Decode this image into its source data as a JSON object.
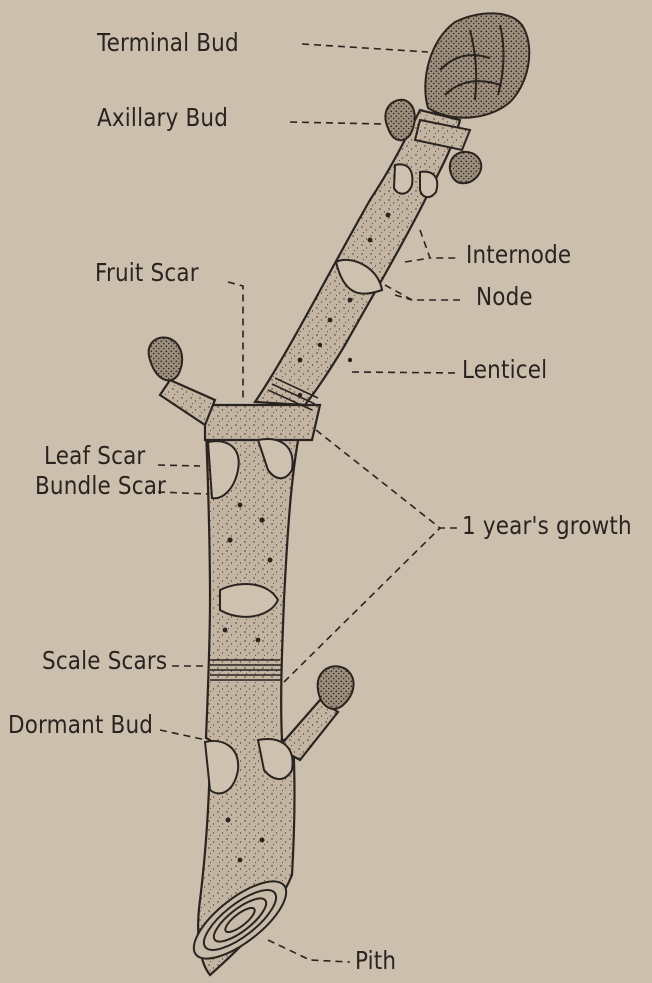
{
  "diagram": {
    "labels": {
      "terminal_bud": "Terminal Bud",
      "axillary_bud": "Axillary Bud",
      "fruit_scar": "Fruit Scar",
      "internode": "Internode",
      "node": "Node",
      "lenticel": "Lenticel",
      "leaf_scar": "Leaf Scar",
      "bundle_scar": "Bundle Scar",
      "one_years_growth": "1 year's growth",
      "scale_scars": "Scale Scars",
      "dormant_bud": "Dormant Bud",
      "pith": "Pith"
    },
    "colors": {
      "paper": "#cdbfae",
      "twig_fill": "#c8b9a8",
      "ink": "#2a2420"
    }
  }
}
